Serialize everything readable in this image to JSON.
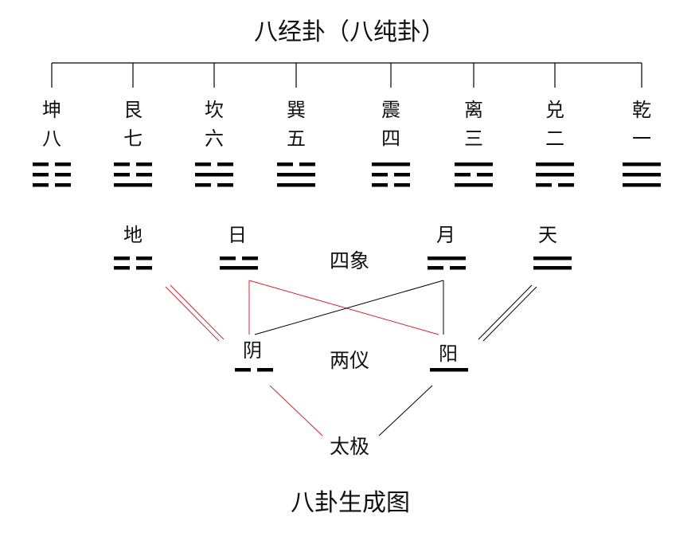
{
  "title": "八经卦（八纯卦）",
  "trigrams": [
    {
      "name": "坤",
      "number": "八",
      "lines": [
        0,
        0,
        0
      ]
    },
    {
      "name": "艮",
      "number": "七",
      "lines": [
        1,
        0,
        0
      ]
    },
    {
      "name": "坎",
      "number": "六",
      "lines": [
        0,
        1,
        0
      ]
    },
    {
      "name": "巽",
      "number": "五",
      "lines": [
        1,
        1,
        0
      ]
    },
    {
      "name": "震",
      "number": "四",
      "lines": [
        0,
        0,
        1
      ]
    },
    {
      "name": "离",
      "number": "三",
      "lines": [
        1,
        0,
        1
      ]
    },
    {
      "name": "兑",
      "number": "二",
      "lines": [
        0,
        1,
        1
      ]
    },
    {
      "name": "乾",
      "number": "一",
      "lines": [
        1,
        1,
        1
      ]
    }
  ],
  "four_images": {
    "label": "四象",
    "items": [
      {
        "name": "地",
        "lines": [
          0,
          0
        ]
      },
      {
        "name": "日",
        "lines": [
          1,
          0
        ]
      },
      {
        "name": "月",
        "lines": [
          0,
          1
        ]
      },
      {
        "name": "天",
        "lines": [
          1,
          1
        ]
      }
    ]
  },
  "two_modes": {
    "label": "两仪",
    "items": [
      {
        "name": "阴",
        "lines": [
          0
        ]
      },
      {
        "name": "阳",
        "lines": [
          1
        ]
      }
    ]
  },
  "taiji": "太极",
  "caption": "八卦生成图",
  "colors": {
    "ink": "#000000",
    "yin_link": "#e0202a",
    "yang_link": "#000000"
  }
}
